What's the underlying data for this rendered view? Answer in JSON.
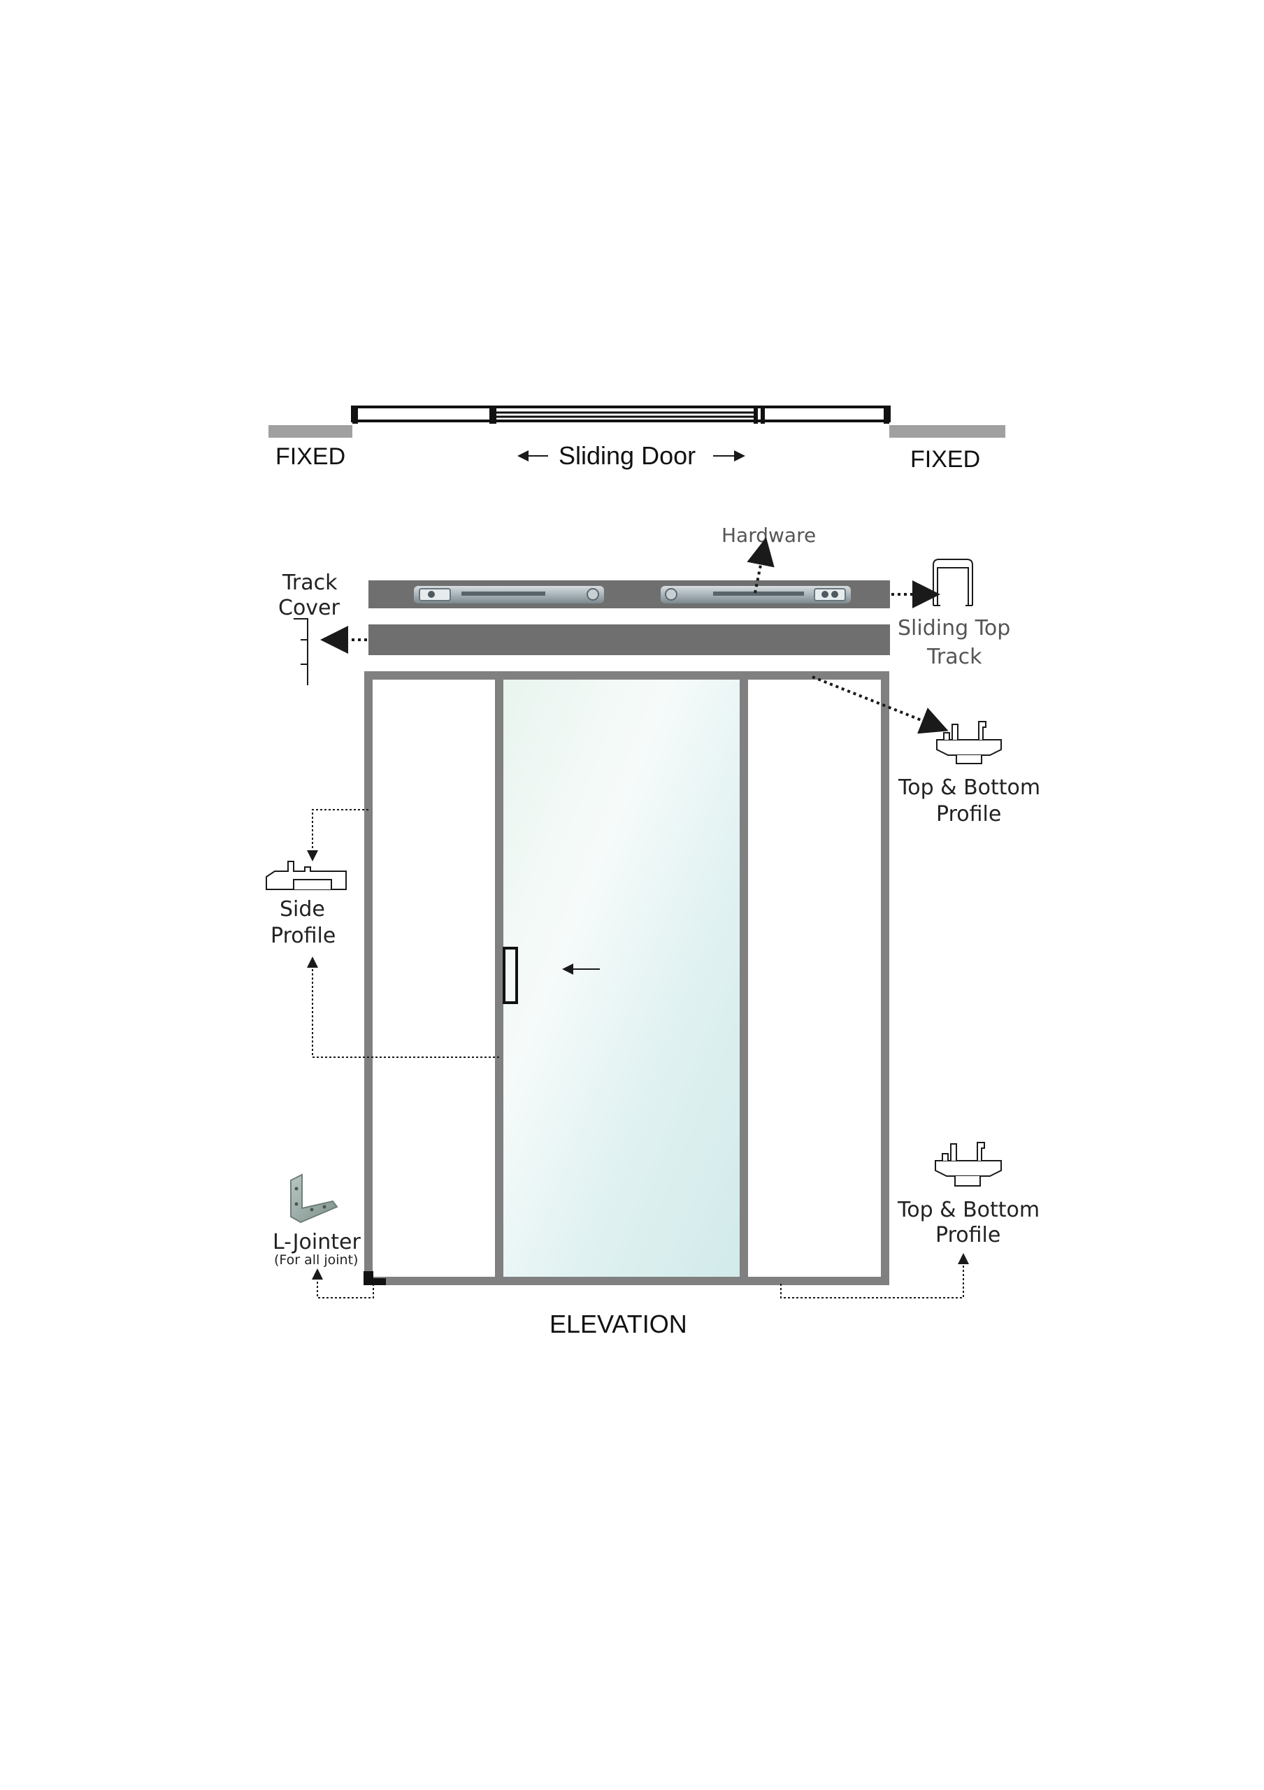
{
  "plan": {
    "fixed_left": "FIXED",
    "fixed_right": "FIXED",
    "sliding_door": "Sliding Door"
  },
  "labels": {
    "hardware": "Hardware",
    "track_cover": [
      "Track",
      "Cover"
    ],
    "sliding_top_track": [
      "Sliding Top",
      "Track"
    ],
    "top_bottom_profile_upper": [
      "Top & Bottom",
      "Profile"
    ],
    "side_profile": [
      "Side",
      "Profile"
    ],
    "l_jointer": "L-Jointer",
    "l_jointer_note": "(For all joint)",
    "top_bottom_profile_lower": [
      "Top & Bottom",
      "Profile"
    ],
    "elevation": "ELEVATION"
  },
  "colors": {
    "frame": "#808080",
    "track": "#6f6f6f",
    "wall": "#a0a0a0",
    "glass_light": "#f3faf9",
    "glass_dark": "#d6ecec",
    "text_dark": "#1a1a1a",
    "text_grey": "#555555",
    "jointer": "#9aaba6"
  },
  "icons": [
    "hardware-roller-icon",
    "profile-section-icon",
    "l-jointer-icon",
    "arrow-icon"
  ]
}
